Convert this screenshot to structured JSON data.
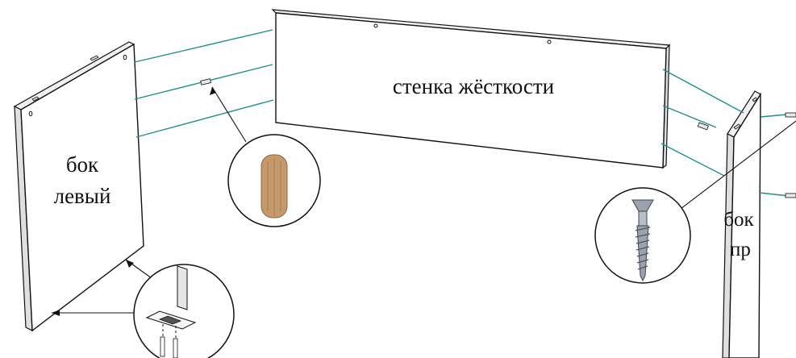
{
  "labels": {
    "stiffener": "стенка жёсткости",
    "left_side_line1": "бок",
    "left_side_line2": "левый",
    "right_side_line1": "бок",
    "right_side_line2": "пр"
  },
  "colors": {
    "assembly_line": "#1f8f8a",
    "outline": "#111111",
    "panel_fill": "#ffffff",
    "edge_fill": "#e6e6e6",
    "dowel_wood": "#c49a6c",
    "screw_metal": "#9aa3ad"
  },
  "icons": {
    "dowel_detail": "wooden-dowel-icon",
    "screw_detail": "confirmat-screw-icon",
    "joint_detail": "bottom-joint-detail-icon"
  }
}
